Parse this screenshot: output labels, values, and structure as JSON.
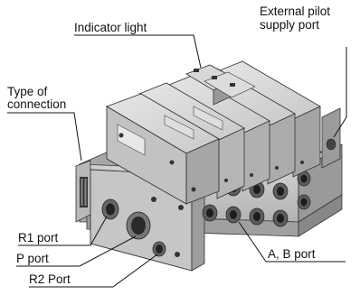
{
  "labels": {
    "indicator_light": "Indicator light",
    "external_pilot_line1": "External pilot",
    "external_pilot_line2": "supply port",
    "type_of_connection_line1": "Type of",
    "type_of_connection_line2": "connection",
    "r1_port": "R1 port",
    "p_port": "P port",
    "r2_port": "R2 Port",
    "ab_port": "A, B port"
  }
}
